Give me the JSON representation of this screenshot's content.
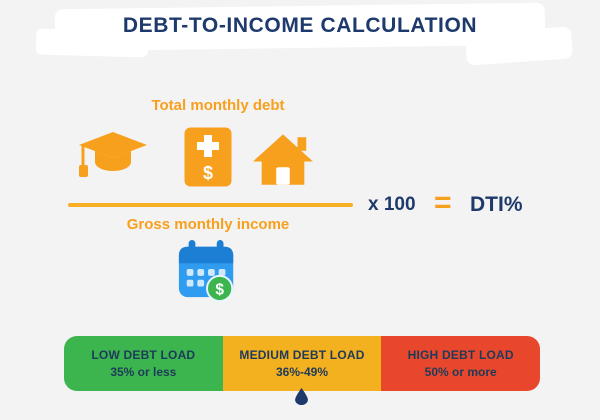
{
  "header": {
    "title": "DEBT-TO-INCOME CALCULATION"
  },
  "formula": {
    "numerator_label": "Total monthly debt",
    "denominator_label": "Gross monthly income",
    "multiplier": "x 100",
    "equals_sign": "=",
    "result": "DTI%",
    "bill_dollar": "$",
    "calendar_dollar": "$"
  },
  "scale": {
    "segments": [
      {
        "title": "LOW DEBT LOAD",
        "range": "35% or less",
        "color": "#3cb54e"
      },
      {
        "title": "MEDIUM DEBT LOAD",
        "range": "36%-49%",
        "color": "#f3b01f"
      },
      {
        "title": "HIGH DEBT LOAD",
        "range": "50% or more",
        "color": "#e9472c"
      }
    ]
  },
  "colors": {
    "navy": "#1e3a6d",
    "orange": "#f7a01d",
    "line_orange": "#f8ae25",
    "calendar_blue": "#2f9cf0",
    "calendar_blue_dark": "#1d7fd4",
    "badge_green": "#3cb54e",
    "ribbon_white": "#ffffff",
    "background": "#f3f3f3"
  }
}
